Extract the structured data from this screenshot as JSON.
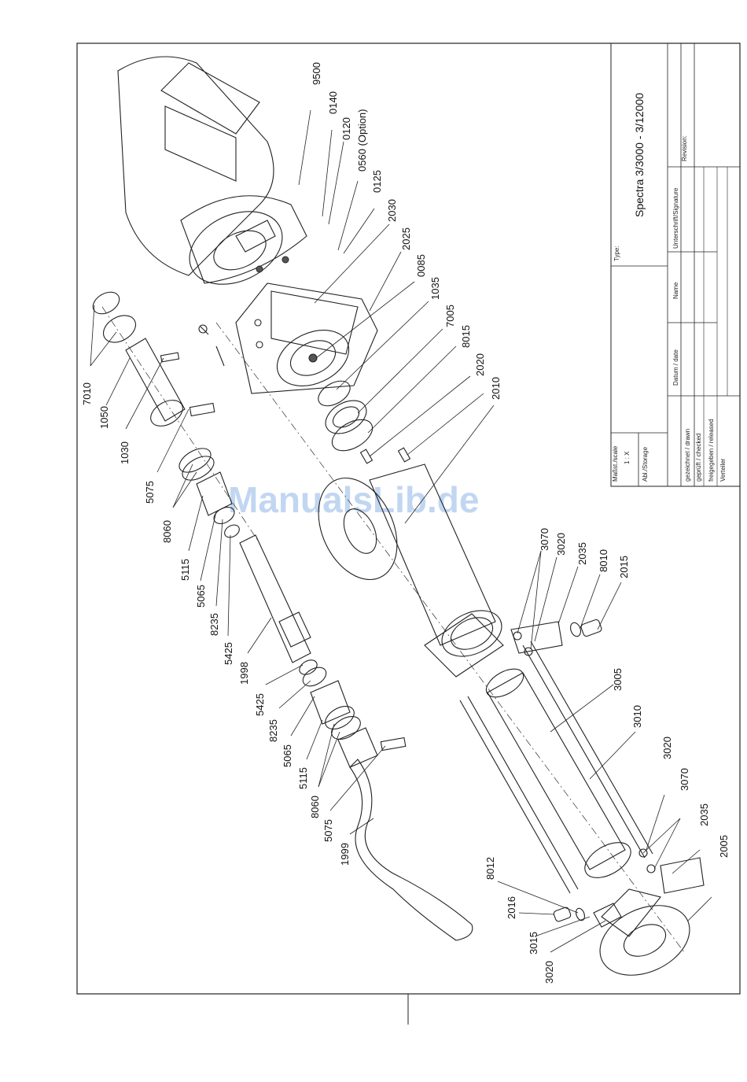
{
  "watermark": "ManualsLib.de",
  "title_block": {
    "type_label": "Type:",
    "type_value": "Spectra 3/3000 - 3/12000",
    "revision_label": "Revision:",
    "signature_label": "Unterschrift/Signature",
    "name_label": "Name",
    "date_label": "Datum / date",
    "drawn_label": "gezeichnet / drawn",
    "checked_label": "geprüft / checked",
    "released_label": "freigegeben / released",
    "distributor_label": "Verteiler",
    "scale_label": "Maßst./scale",
    "scale_value": "1 : X",
    "storage_label": "Abl./Storage"
  },
  "part_numbers": {
    "p9500": "9500",
    "p0140": "0140",
    "p0120": "0120",
    "p0560": "0560 (Option)",
    "p0125": "0125",
    "p2030": "2030",
    "p2025": "2025",
    "p0085": "0085",
    "p1035": "1035",
    "p7005": "7005",
    "p8015": "8015",
    "p2020": "2020",
    "p2010": "2010",
    "p7010": "7010",
    "p1050": "1050",
    "p1030": "1030",
    "p5075a": "5075",
    "p8060a": "8060",
    "p5115a": "5115",
    "p5065a": "5065",
    "p8235a": "8235",
    "p5425a": "5425",
    "p1998": "1998",
    "p5425b": "5425",
    "p8235b": "8235",
    "p5065b": "5065",
    "p5115b": "5115",
    "p8060b": "8060",
    "p5075b": "5075",
    "p1999": "1999",
    "p3070a": "3070",
    "p3020a": "3020",
    "p2035a": "2035",
    "p8010": "8010",
    "p2015": "2015",
    "p3005": "3005",
    "p3010": "3010",
    "p3020b": "3020",
    "p3070b": "3070",
    "p2035b": "2035",
    "p2005": "2005",
    "p8012": "8012",
    "p2016": "2016",
    "p3015": "3015",
    "p3020c": "3020"
  }
}
